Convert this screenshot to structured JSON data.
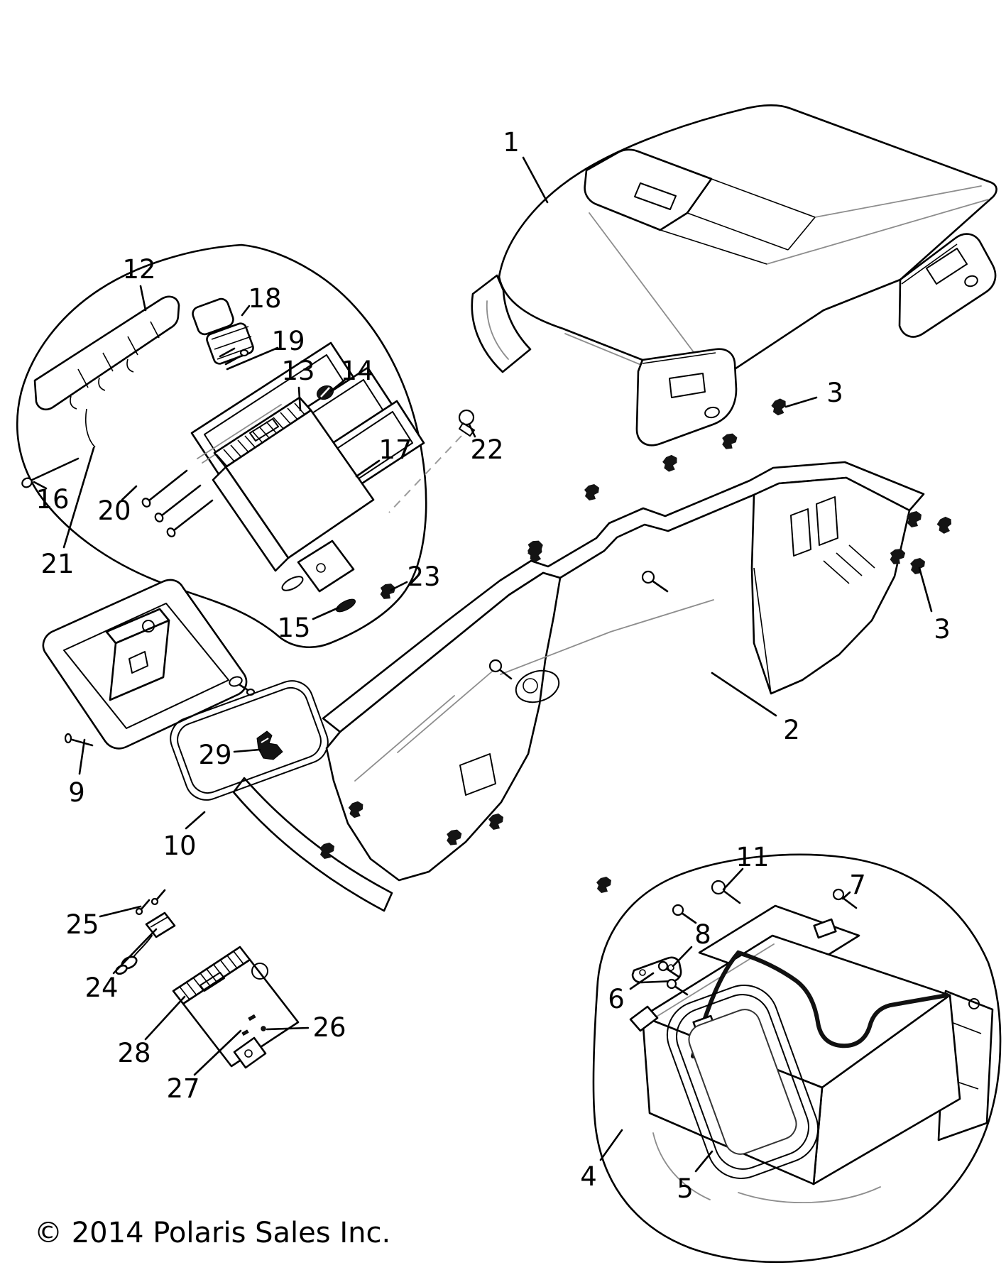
{
  "diagram": {
    "copyright": "© 2014 Polaris Sales Inc.",
    "callouts": [
      {
        "label": "1"
      },
      {
        "label": "2"
      },
      {
        "label": "3"
      },
      {
        "label": "3"
      },
      {
        "label": "4"
      },
      {
        "label": "5"
      },
      {
        "label": "6"
      },
      {
        "label": "7"
      },
      {
        "label": "8"
      },
      {
        "label": "9"
      },
      {
        "label": "10"
      },
      {
        "label": "11"
      },
      {
        "label": "12"
      },
      {
        "label": "13"
      },
      {
        "label": "14"
      },
      {
        "label": "15"
      },
      {
        "label": "16"
      },
      {
        "label": "17"
      },
      {
        "label": "18"
      },
      {
        "label": "19"
      },
      {
        "label": "20"
      },
      {
        "label": "21"
      },
      {
        "label": "22"
      },
      {
        "label": "23"
      },
      {
        "label": "24"
      },
      {
        "label": "25"
      },
      {
        "label": "26"
      },
      {
        "label": "27"
      },
      {
        "label": "28"
      },
      {
        "label": "29"
      }
    ]
  }
}
